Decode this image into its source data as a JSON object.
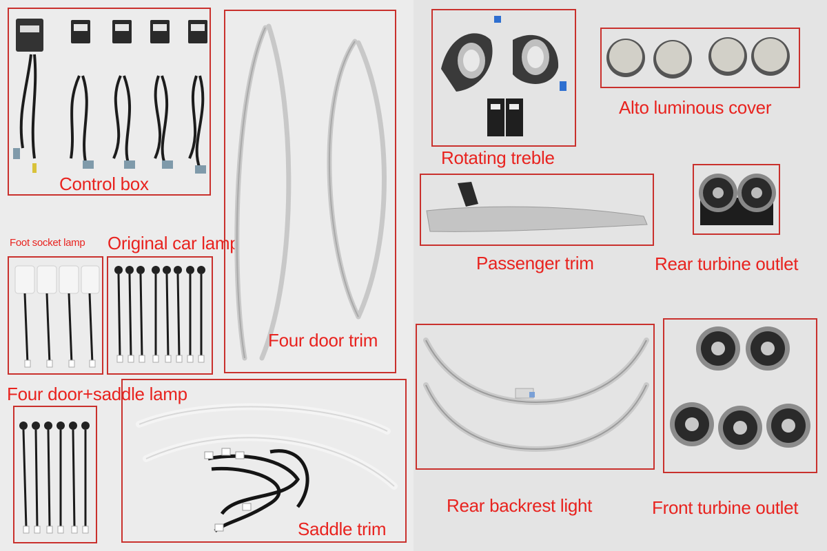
{
  "labels": {
    "control_box": "Control box",
    "foot_socket_lamp": "Foot socket lamp",
    "original_car_lamp": "Original car lamp",
    "four_door_trim": "Four door trim",
    "four_door_saddle_lamp": "Four door+saddle lamp",
    "saddle_trim": "Saddle trim",
    "rotating_treble": "Rotating treble",
    "alto_luminous_cover": "Alto luminous cover",
    "passenger_trim": "Passenger trim",
    "rear_turbine_outlet": "Rear turbine outlet",
    "rear_backrest_light": "Rear backrest light",
    "front_turbine_outlet": "Front turbine outlet"
  },
  "colors": {
    "label_red": "#e8231f",
    "box_border": "#c9302c"
  },
  "icons": {
    "trim_strip": "silver-trim-strip",
    "wire_harness": "black-wire-harness",
    "speaker": "rotating-tweeter",
    "vent": "turbine-air-vent"
  }
}
